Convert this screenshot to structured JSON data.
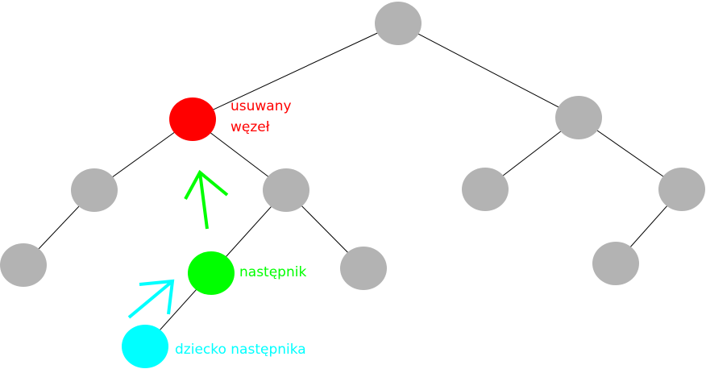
{
  "labels": {
    "deleted_node_line1": "usuwany",
    "deleted_node_line2": "węzeł",
    "successor": "następnik",
    "successor_child": "dziecko następnika"
  },
  "colors": {
    "default_node": "#b3b3b3",
    "deleted_node": "#ff0000",
    "successor": "#00ff00",
    "successor_child": "#00ffff",
    "edge": "#000000",
    "background": "#ffffff"
  }
}
